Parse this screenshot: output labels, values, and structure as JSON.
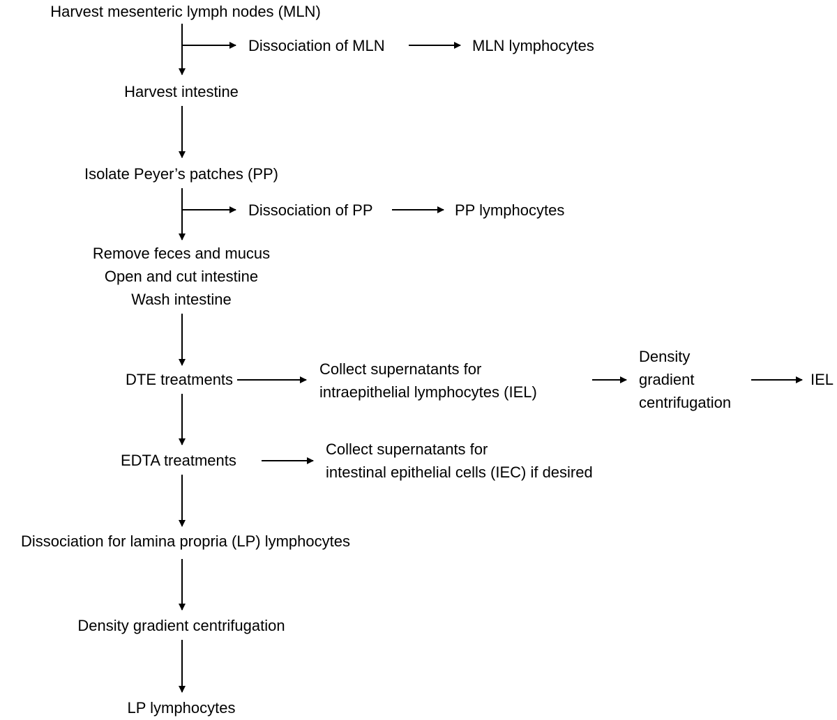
{
  "diagram": {
    "steps": {
      "harvest_mln": "Harvest mesenteric lymph nodes (MLN)",
      "dissociation_mln": "Dissociation of MLN",
      "mln_lymphocytes": "MLN lymphocytes",
      "harvest_intestine": "Harvest intestine",
      "isolate_pp": "Isolate Peyer’s patches (PP)",
      "dissociation_pp": "Dissociation of PP",
      "pp_lymphocytes": "PP lymphocytes",
      "remove_feces": "Remove feces and mucus",
      "open_cut": "Open and cut intestine",
      "wash": "Wash intestine",
      "dte": "DTE treatments",
      "collect_iel_1": "Collect supernatants for",
      "collect_iel_2": "intraepithelial lymphocytes (IEL)",
      "density_1": "Density",
      "density_2": "gradient",
      "density_3": "centrifugation",
      "iel": "IEL",
      "edta": "EDTA treatments",
      "collect_iec_1": "Collect supernatants for",
      "collect_iec_2": "intestinal epithelial cells (IEC) if desired",
      "dissociation_lp": "Dissociation for lamina propria (LP) lymphocytes",
      "density_lp": "Density gradient centrifugation",
      "lp_lymphocytes": "LP lymphocytes"
    },
    "colors": {
      "line": "#000000",
      "text": "#000000",
      "background": "#ffffff"
    }
  }
}
